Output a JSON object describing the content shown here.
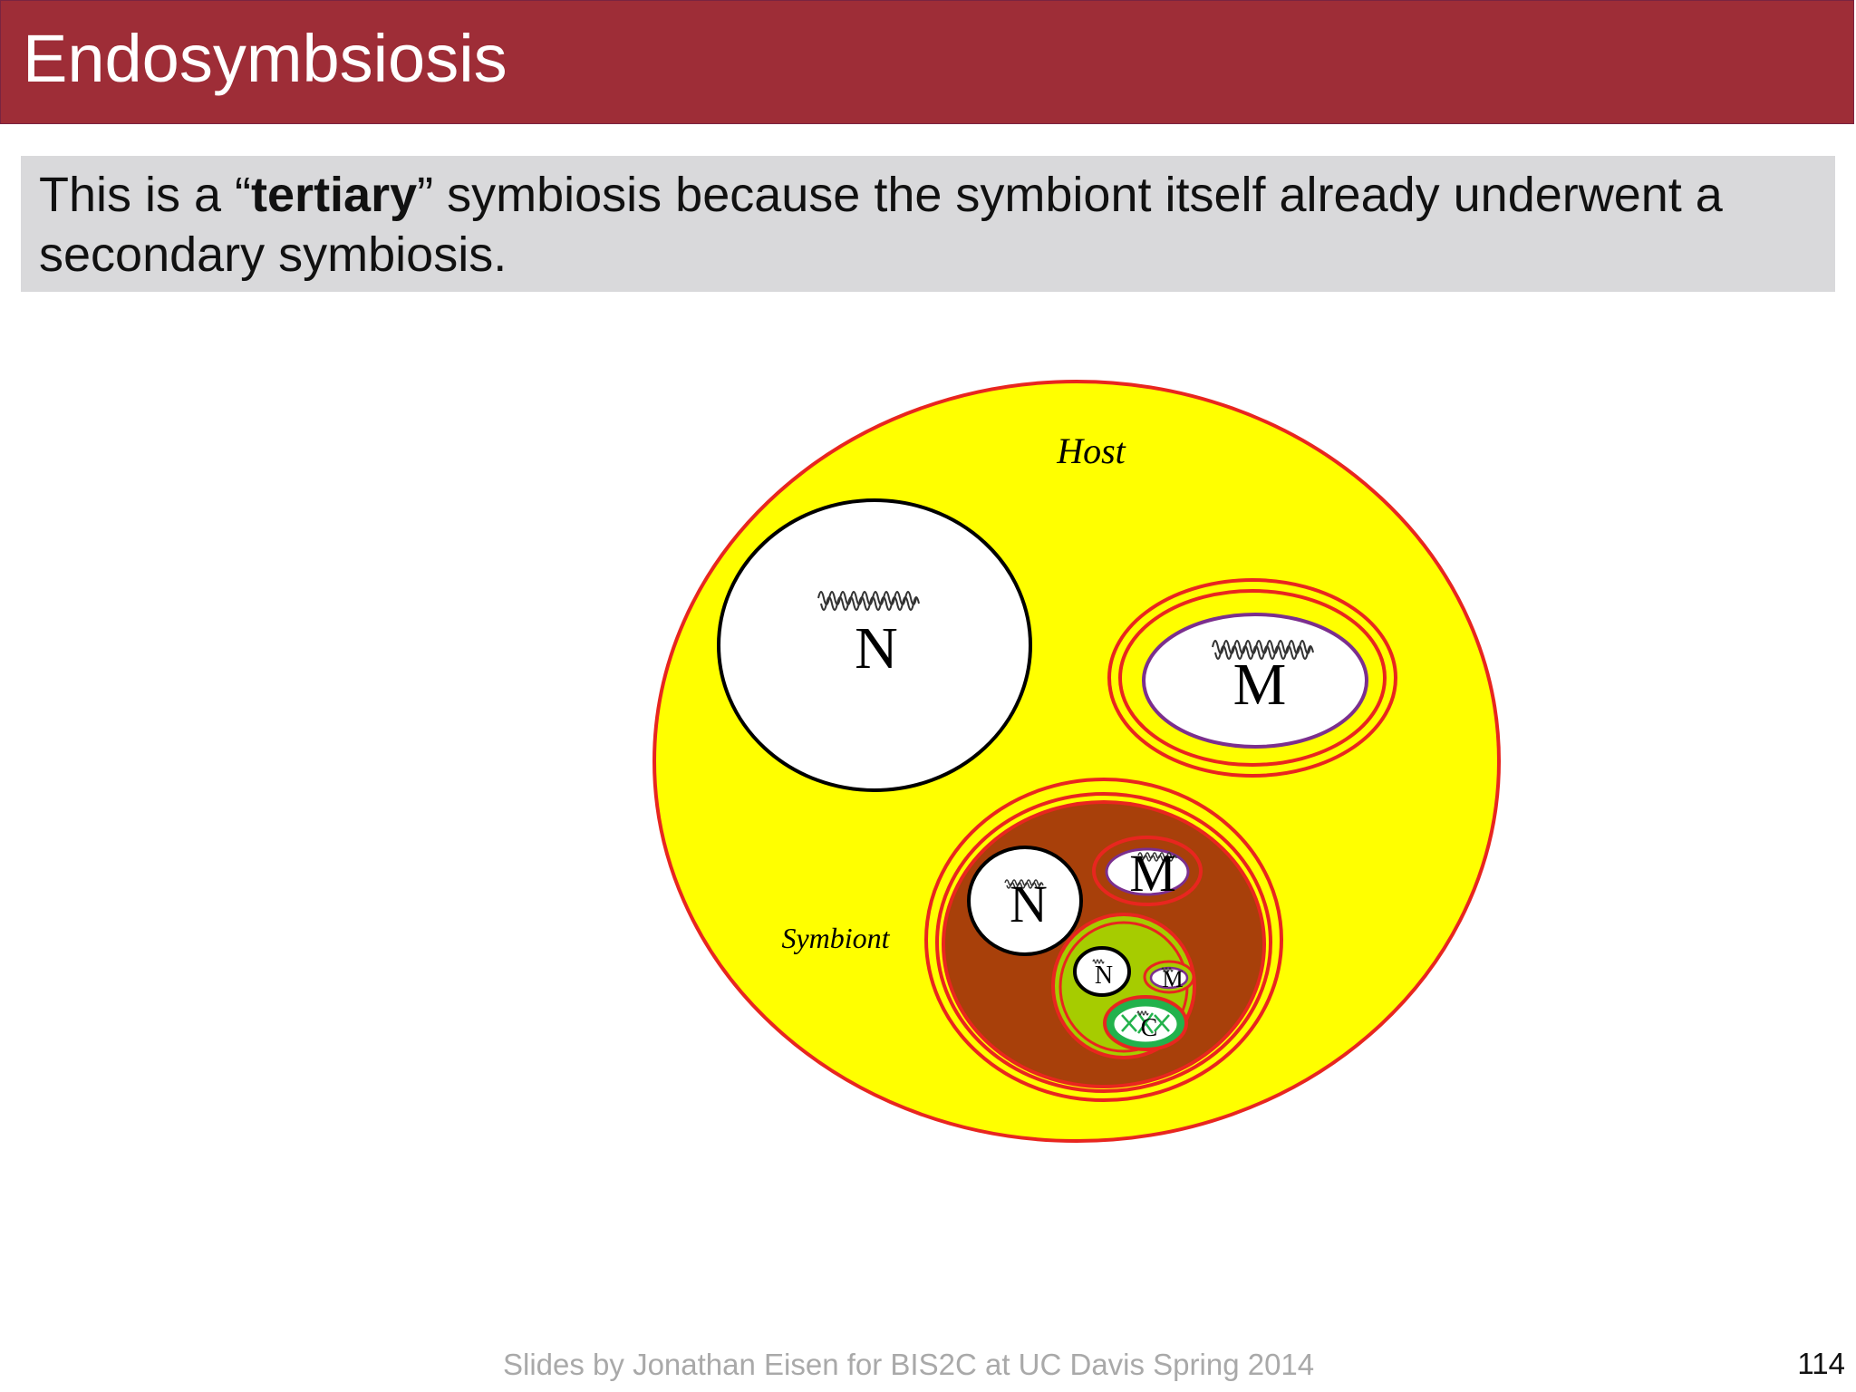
{
  "slide": {
    "title": "Endosymbsiosis",
    "note": {
      "before": "This is a “",
      "emphasis": "tertiary",
      "after": "” symbiosis because the symbiont itself already underwent a secondary symbiosis."
    },
    "footer": "Slides by Jonathan Eisen for BIS2C at UC Davis Spring 2014",
    "page_number": "114"
  },
  "diagram": {
    "host_label": "Host",
    "symbiont_label": "Symbiont",
    "host_nucleus_label": "N",
    "host_mitochondrion_label": "M",
    "symbiont_nucleus_label": "N",
    "symbiont_mitochondrion_label": "M",
    "inner_nucleus_label": "N",
    "inner_mitochondrion_label": "M",
    "chloroplast_label": "C",
    "colors": {
      "title_bar": "#9e2d37",
      "host_fill": "#ffff00",
      "membrane_red": "#e8261f",
      "symbiont_fill": "#a8400a",
      "inner_symbiont_fill": "#a6cc00",
      "chloroplast_green": "#22b24c",
      "mitochondrion_border": "#7b2f8e"
    }
  }
}
